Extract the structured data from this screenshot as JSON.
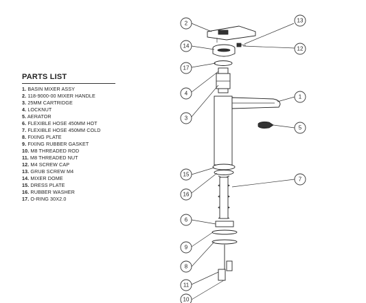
{
  "parts_list": {
    "title": "PARTS LIST",
    "items": [
      {
        "num": "1.",
        "label": "BASIN MIXER ASSY"
      },
      {
        "num": "2.",
        "label": "118-9000-00 MIXER HANDLE"
      },
      {
        "num": "3.",
        "label": "25MM CARTRIDGE"
      },
      {
        "num": "4.",
        "label": "LOCKNUT"
      },
      {
        "num": "5.",
        "label": "AERATOR"
      },
      {
        "num": "6.",
        "label": "FLEXIBLE HOSE 450MM HOT"
      },
      {
        "num": "7.",
        "label": "FLEXIBLE HOSE 450MM COLD"
      },
      {
        "num": "8.",
        "label": "FIXING PLATE"
      },
      {
        "num": "9.",
        "label": "FIXING RUBBER GASKET"
      },
      {
        "num": "10.",
        "label": "M8 THREADED ROD"
      },
      {
        "num": "11.",
        "label": "M8 THREADED NUT"
      },
      {
        "num": "12.",
        "label": "M4 SCREW CAP"
      },
      {
        "num": "13.",
        "label": "GRUB SCREW M4"
      },
      {
        "num": "14.",
        "label": "MIXER DOME"
      },
      {
        "num": "15.",
        "label": "DRESS PLATE"
      },
      {
        "num": "16.",
        "label": "RUBBER WASHER"
      },
      {
        "num": "17.",
        "label": "O-RING 30X2.0"
      }
    ]
  },
  "callouts": [
    "2",
    "13",
    "14",
    "12",
    "17",
    "4",
    "1",
    "3",
    "5",
    "15",
    "7",
    "16",
    "6",
    "9",
    "8",
    "11",
    "10"
  ]
}
